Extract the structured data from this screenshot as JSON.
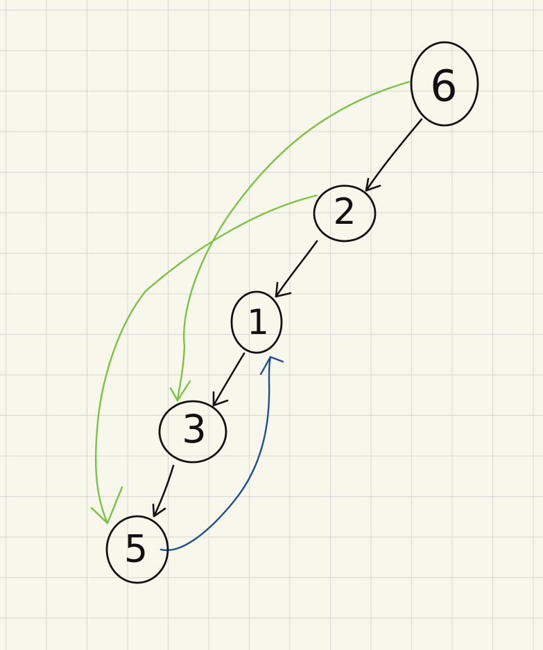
{
  "nodes": [
    {
      "id": "6",
      "label": "6"
    },
    {
      "id": "2",
      "label": "2"
    },
    {
      "id": "1",
      "label": "1"
    },
    {
      "id": "3",
      "label": "3"
    },
    {
      "id": "5",
      "label": "5"
    }
  ],
  "edges": [
    {
      "from": "6",
      "to": "2",
      "kind": "tree"
    },
    {
      "from": "2",
      "to": "1",
      "kind": "tree"
    },
    {
      "from": "1",
      "to": "3",
      "kind": "tree"
    },
    {
      "from": "3",
      "to": "5",
      "kind": "tree"
    },
    {
      "from": "6",
      "to": "3",
      "kind": "forward"
    },
    {
      "from": "2",
      "to": "5",
      "kind": "forward"
    },
    {
      "from": "5",
      "to": "1",
      "kind": "back"
    }
  ],
  "colors": {
    "background": "#f8f7ec",
    "grid": "#d6d6d2",
    "ink": "#111111",
    "forward_edge": "#7cc242",
    "back_edge": "#1f4e96"
  }
}
